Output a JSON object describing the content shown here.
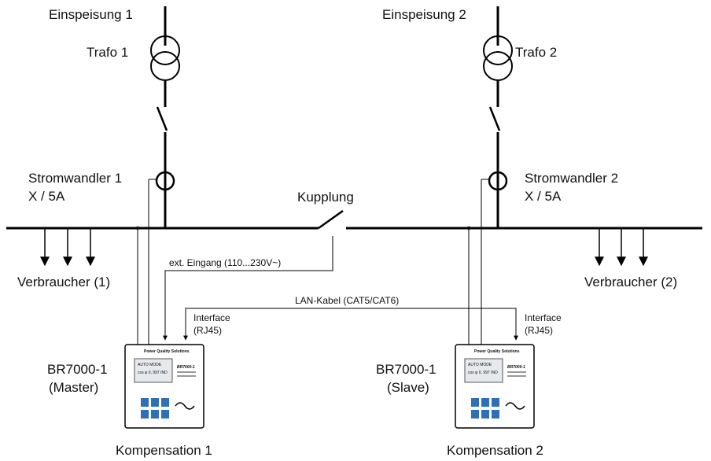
{
  "left": {
    "feed": "Einspeisung 1",
    "trafo": "Trafo 1",
    "ct_line1": "Stromwandler 1",
    "ct_line2": "X / 5A",
    "loads": "Verbraucher (1)",
    "ext_input": "ext. Eingang (110...230V~)",
    "interface_line1": "Interface",
    "interface_line2": "(RJ45)",
    "device_line1": "BR7000-1",
    "device_line2": "(Master)",
    "caption": "Kompensation 1"
  },
  "right": {
    "feed": "Einspeisung 2",
    "trafo": "Trafo 2",
    "ct_line1": "Stromwandler 2",
    "ct_line2": "X / 5A",
    "loads": "Verbraucher (2)",
    "interface_line1": "Interface",
    "interface_line2": "(RJ45)",
    "device_line1": "BR7000-1",
    "device_line2": "(Slave)",
    "caption": "Kompensation 2"
  },
  "coupling": "Kupplung",
  "lan_cable": "LAN-Kabel (CAT5/CAT6)",
  "device_panel": {
    "brand": "Power Quality Solutions",
    "screen_line1": "AUTO MODE",
    "screen_line2": "cos φ 0, 997 IND",
    "model": "BR7000-1"
  }
}
